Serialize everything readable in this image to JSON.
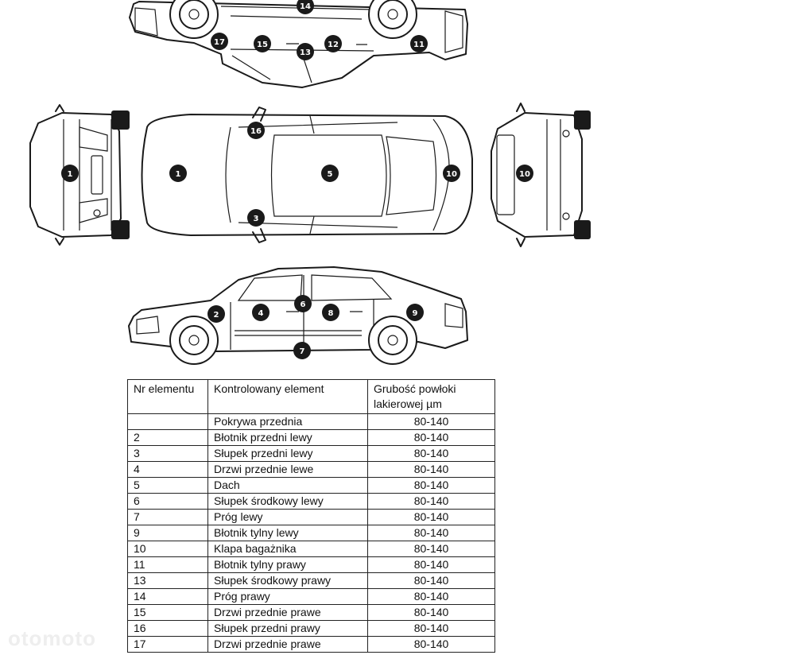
{
  "diagram": {
    "markers": {
      "m1": "1",
      "m2": "2",
      "m3": "3",
      "m4": "4",
      "m5": "5",
      "m6": "6",
      "m7": "7",
      "m8": "8",
      "m9": "9",
      "m10": "10",
      "m11": "11",
      "m12": "12",
      "m13": "13",
      "m14": "14",
      "m15": "15",
      "m16": "16",
      "m17": "17"
    }
  },
  "table": {
    "headers": {
      "nr": "Nr elementu",
      "element": "Kontrolowany element",
      "thickness_line1": "Grubość powłoki",
      "thickness_line2": "lakierowej µm"
    },
    "rows": [
      {
        "nr": "",
        "element": "Pokrywa przednia",
        "value": "80-140"
      },
      {
        "nr": "2",
        "element": "Błotnik przedni lewy",
        "value": "80-140"
      },
      {
        "nr": "3",
        "element": "Słupek przedni lewy",
        "value": "80-140"
      },
      {
        "nr": "4",
        "element": "Drzwi przednie lewe",
        "value": "80-140"
      },
      {
        "nr": "5",
        "element": "Dach",
        "value": "80-140"
      },
      {
        "nr": "6",
        "element": "Słupek środkowy lewy",
        "value": "80-140"
      },
      {
        "nr": "7",
        "element": "Próg lewy",
        "value": "80-140"
      },
      {
        "nr": "9",
        "element": "Błotnik tylny lewy",
        "value": "80-140"
      },
      {
        "nr": "10",
        "element": "Klapa bagażnika",
        "value": "80-140"
      },
      {
        "nr": "11",
        "element": "Błotnik tylny prawy",
        "value": "80-140"
      },
      {
        "nr": "13",
        "element": "Słupek środkowy prawy",
        "value": "80-140"
      },
      {
        "nr": "14",
        "element": "Próg prawy",
        "value": "80-140"
      },
      {
        "nr": "15",
        "element": "Drzwi przednie prawe",
        "value": "80-140"
      },
      {
        "nr": "16",
        "element": "Słupek przedni prawy",
        "value": "80-140"
      },
      {
        "nr": "17",
        "element": "Drzwi przednie prawe",
        "value": "80-140"
      }
    ]
  },
  "watermark": "otomoto"
}
